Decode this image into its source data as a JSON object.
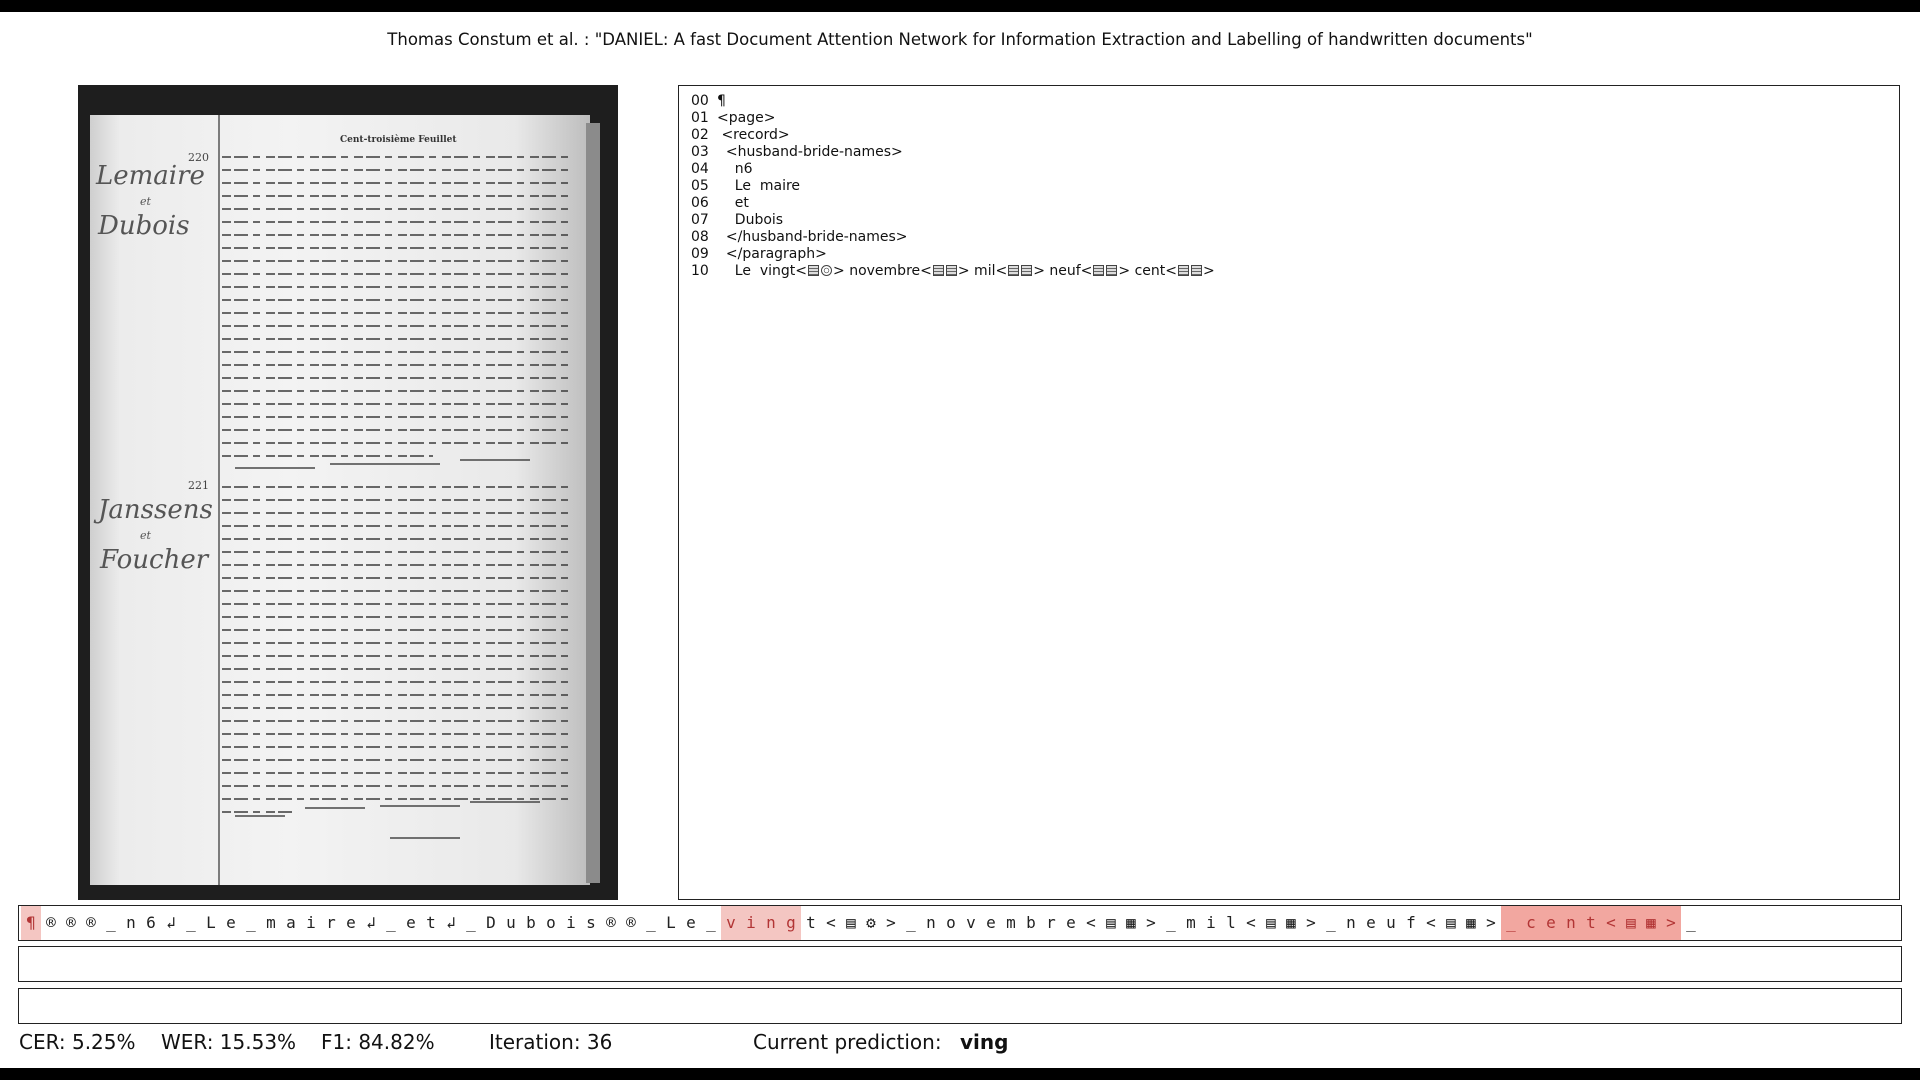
{
  "title": "Thomas Constum et al. : \"DANIEL: A fast Document Attention Network for Information Extraction and Labelling of handwritten documents\"",
  "manuscript": {
    "header": "Cent-troisième Feuillet",
    "margin_names": [
      "Lemaire",
      "et",
      "Dubois",
      "Janssens",
      "et",
      "Foucher"
    ],
    "record_numbers": [
      "220",
      "221"
    ]
  },
  "tree": [
    {
      "num": "00",
      "text": "¶"
    },
    {
      "num": "01",
      "text": "<page>"
    },
    {
      "num": "02",
      "text": " <record>"
    },
    {
      "num": "03",
      "text": "  <husband-bride-names>"
    },
    {
      "num": "04",
      "text": "    n6"
    },
    {
      "num": "05",
      "text": "    Le  maire"
    },
    {
      "num": "06",
      "text": "    et"
    },
    {
      "num": "07",
      "text": "    Dubois"
    },
    {
      "num": "08",
      "text": "  </husband-bride-names>"
    },
    {
      "num": "09",
      "text": "  </paragraph>"
    },
    {
      "num": "10",
      "text": "    Le  vingt"
    }
  ],
  "tree_line10": [
    {
      "text": "    Le  vingt"
    },
    {
      "text": "<",
      "glyph": true
    },
    {
      "text": "> novembre<",
      "glyph": true
    },
    {
      "text": "> mil<",
      "glyph": true
    },
    {
      "text": "> neuf<",
      "glyph": true
    },
    {
      "text": "> cent<",
      "glyph": true
    },
    {
      "text": ">"
    }
  ],
  "tokens": [
    {
      "c": "¶",
      "hl": 1
    },
    {
      "c": "®"
    },
    {
      "c": "®"
    },
    {
      "c": "®"
    },
    {
      "c": "_"
    },
    {
      "c": "n"
    },
    {
      "c": "6"
    },
    {
      "c": "↲"
    },
    {
      "c": "_"
    },
    {
      "c": "L"
    },
    {
      "c": "e"
    },
    {
      "c": "_"
    },
    {
      "c": "m"
    },
    {
      "c": "a"
    },
    {
      "c": "i"
    },
    {
      "c": "r"
    },
    {
      "c": "e"
    },
    {
      "c": "↲"
    },
    {
      "c": "_"
    },
    {
      "c": "e"
    },
    {
      "c": "t"
    },
    {
      "c": "↲"
    },
    {
      "c": "_"
    },
    {
      "c": "D"
    },
    {
      "c": "u"
    },
    {
      "c": "b"
    },
    {
      "c": "o"
    },
    {
      "c": "i"
    },
    {
      "c": "s"
    },
    {
      "c": "®"
    },
    {
      "c": "®"
    },
    {
      "c": "_"
    },
    {
      "c": "L"
    },
    {
      "c": "e"
    },
    {
      "c": "_"
    },
    {
      "c": "v",
      "hl": 1
    },
    {
      "c": "i",
      "hl": 1
    },
    {
      "c": "n",
      "hl": 1
    },
    {
      "c": "g",
      "hl": 1
    },
    {
      "c": "t"
    },
    {
      "c": "<"
    },
    {
      "c": "▤"
    },
    {
      "c": "⚙"
    },
    {
      "c": ">"
    },
    {
      "c": "_"
    },
    {
      "c": "n"
    },
    {
      "c": "o"
    },
    {
      "c": "v"
    },
    {
      "c": "e"
    },
    {
      "c": "m"
    },
    {
      "c": "b"
    },
    {
      "c": "r"
    },
    {
      "c": "e"
    },
    {
      "c": "<"
    },
    {
      "c": "▤"
    },
    {
      "c": "▦"
    },
    {
      "c": ">"
    },
    {
      "c": "_"
    },
    {
      "c": "m"
    },
    {
      "c": "i"
    },
    {
      "c": "l"
    },
    {
      "c": "<"
    },
    {
      "c": "▤"
    },
    {
      "c": "▦"
    },
    {
      "c": ">"
    },
    {
      "c": "_"
    },
    {
      "c": "n"
    },
    {
      "c": "e"
    },
    {
      "c": "u"
    },
    {
      "c": "f"
    },
    {
      "c": "<"
    },
    {
      "c": "▤"
    },
    {
      "c": "▦"
    },
    {
      "c": ">"
    },
    {
      "c": "_",
      "hl": 2
    },
    {
      "c": "c",
      "hl": 2
    },
    {
      "c": "e",
      "hl": 2
    },
    {
      "c": "n",
      "hl": 2
    },
    {
      "c": "t",
      "hl": 2
    },
    {
      "c": "<",
      "hl": 2
    },
    {
      "c": "▤",
      "hl": 2
    },
    {
      "c": "▦",
      "hl": 2
    },
    {
      "c": ">",
      "hl": 2
    },
    {
      "c": "_"
    }
  ],
  "metrics": {
    "cer": "CER: 5.25%",
    "wer": "WER: 15.53%",
    "f1": "F1: 84.82%",
    "iteration": "Iteration: 36",
    "prediction_label": "Current prediction:",
    "prediction_value": "ving"
  },
  "colors": {
    "highlight": "#f4c6c2",
    "highlight_strong": "#f2a7a0",
    "highlight_text": "#b23535"
  }
}
